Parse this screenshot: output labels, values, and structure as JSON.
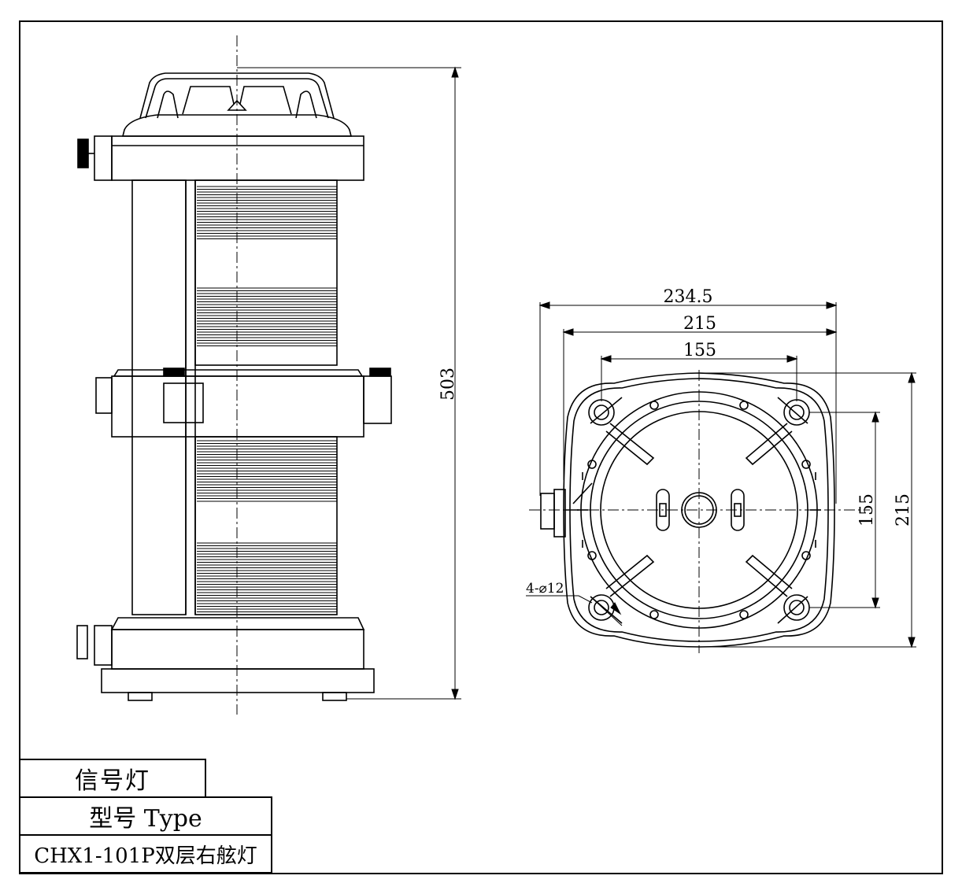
{
  "dimensions": {
    "height": "503",
    "width_overall": "234.5",
    "width_base": "215",
    "hole_spacing_h": "155",
    "hole_spacing_v": "155",
    "height_base": "215",
    "holes": "4-⌀12"
  },
  "title_block": {
    "name": "信号灯",
    "type_label": "型号 Type",
    "model": "CHX1-101P双层右舷灯"
  }
}
